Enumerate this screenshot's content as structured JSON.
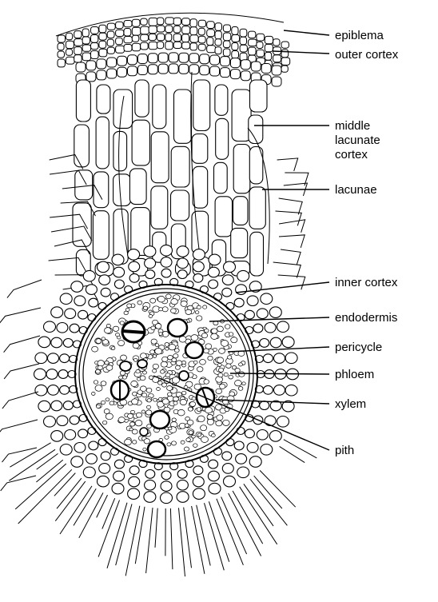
{
  "labels": {
    "epiblema": "epiblema",
    "outer_cortex": "outer cortex",
    "middle_1": "middle",
    "middle_2": "lacunate",
    "middle_3": "cortex",
    "lacunae": "lacunae",
    "inner_cortex": "inner cortex",
    "endodermis": "endodermis",
    "pericycle": "pericycle",
    "phloem": "phloem",
    "xylem": "xylem",
    "pith": "pith"
  }
}
